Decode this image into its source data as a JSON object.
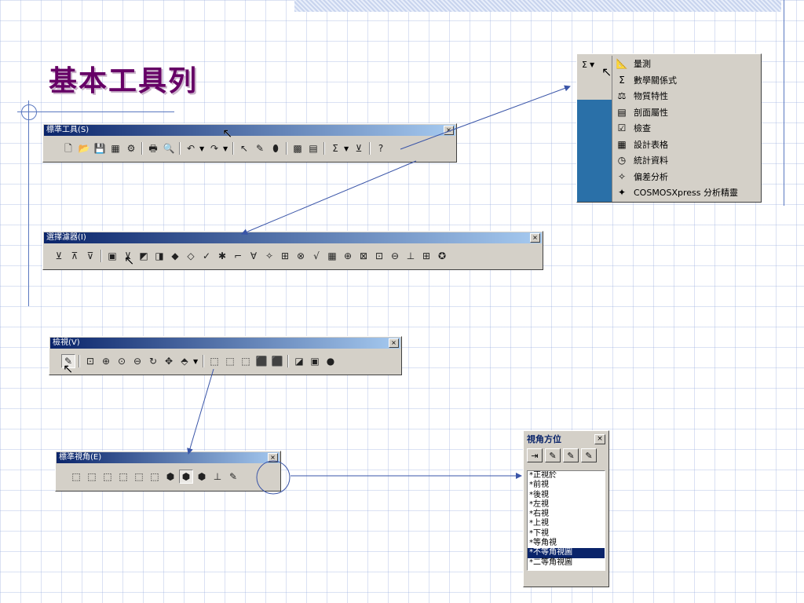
{
  "slide_title": "基本工具列",
  "toolbars": {
    "standard": {
      "title": "標準工具(S)",
      "close": "×",
      "buttons": [
        {
          "icon": "new-document-icon",
          "glyph": "🗋"
        },
        {
          "icon": "open-folder-icon",
          "glyph": "📂"
        },
        {
          "icon": "save-icon",
          "glyph": "💾"
        },
        {
          "icon": "make-drawing-icon",
          "glyph": "▦"
        },
        {
          "icon": "make-assembly-icon",
          "glyph": "⚙"
        },
        {
          "sep": true
        },
        {
          "icon": "print-icon",
          "glyph": "🖶"
        },
        {
          "icon": "print-preview-icon",
          "glyph": "🔍"
        },
        {
          "sep": true
        },
        {
          "icon": "undo-icon",
          "glyph": "↶"
        },
        {
          "dd": true
        },
        {
          "icon": "redo-icon",
          "glyph": "↷"
        },
        {
          "dd": true
        },
        {
          "sep": true
        },
        {
          "icon": "select-arrow-icon",
          "glyph": "↖"
        },
        {
          "icon": "sketch-pencil-icon",
          "glyph": "✎"
        },
        {
          "icon": "traffic-light-icon",
          "glyph": "⬮"
        },
        {
          "sep": true
        },
        {
          "icon": "color-palette-icon",
          "glyph": "▩"
        },
        {
          "icon": "options-grid-icon",
          "glyph": "▤"
        },
        {
          "sep": true
        },
        {
          "icon": "measure-sigma-icon",
          "glyph": "Σ"
        },
        {
          "dd": true
        },
        {
          "icon": "selection-filter-icon",
          "glyph": "⊻"
        },
        {
          "sep": true
        },
        {
          "icon": "help-icon",
          "glyph": "?"
        }
      ]
    },
    "selection_filter": {
      "title": "選擇濾器(I)",
      "close": "×",
      "buttons": [
        "⊻",
        "⊼",
        "⊽",
        "sep",
        "▣",
        "⊻",
        "◩",
        "◨",
        "◆",
        "◇",
        "✓",
        "✱",
        "⌐",
        "∀",
        "✧",
        "⊞",
        "⊗",
        "√",
        "▦",
        "⊕",
        "⊠",
        "⊡",
        "⊖",
        "⊥",
        "⊞",
        "✪"
      ]
    },
    "view": {
      "title": "檢視(V)",
      "close": "×",
      "buttons": [
        {
          "icon": "view-orientation-icon",
          "glyph": "✎",
          "pressed": true
        },
        {
          "sep": true
        },
        {
          "icon": "zoom-to-fit-icon",
          "glyph": "⊡"
        },
        {
          "icon": "zoom-in-icon",
          "glyph": "⊕"
        },
        {
          "icon": "zoom-area-icon",
          "glyph": "⊙"
        },
        {
          "icon": "zoom-out-icon",
          "glyph": "⊖"
        },
        {
          "icon": "rotate-view-icon",
          "glyph": "↻"
        },
        {
          "icon": "pan-icon",
          "glyph": "✥"
        },
        {
          "icon": "standard-views-icon",
          "glyph": "⬘"
        },
        {
          "dd": true
        },
        {
          "sep": true
        },
        {
          "icon": "wireframe-icon",
          "glyph": "⬚"
        },
        {
          "icon": "hidden-lines-visible-icon",
          "glyph": "⬚"
        },
        {
          "icon": "hidden-lines-removed-icon",
          "glyph": "⬚"
        },
        {
          "icon": "shaded-with-edges-icon",
          "glyph": "⬛"
        },
        {
          "icon": "shaded-icon",
          "glyph": "⬛"
        },
        {
          "sep": true
        },
        {
          "icon": "section-view-icon",
          "glyph": "◪"
        },
        {
          "icon": "camera-icon",
          "glyph": "▣"
        },
        {
          "icon": "sphere-icon",
          "glyph": "●"
        }
      ]
    },
    "standard_views": {
      "title": "標準視角(E)",
      "close": "×",
      "buttons": [
        {
          "icon": "front-view-icon",
          "glyph": "⬚"
        },
        {
          "icon": "back-view-icon",
          "glyph": "⬚"
        },
        {
          "icon": "left-view-icon",
          "glyph": "⬚"
        },
        {
          "icon": "right-view-icon",
          "glyph": "⬚"
        },
        {
          "icon": "top-view-icon",
          "glyph": "⬚"
        },
        {
          "icon": "bottom-view-icon",
          "glyph": "⬚"
        },
        {
          "icon": "isometric-view-icon",
          "glyph": "⬢"
        },
        {
          "icon": "trimetric-view-icon",
          "glyph": "⬢",
          "pressed": true
        },
        {
          "icon": "dimetric-view-icon",
          "glyph": "⬢"
        },
        {
          "icon": "normal-to-icon",
          "glyph": "⊥"
        },
        {
          "icon": "view-orientation-icon",
          "glyph": "✎"
        }
      ]
    }
  },
  "tools_menu": {
    "button_glyph": "Σ",
    "items": [
      {
        "icon": "measure-icon",
        "glyph": "📐",
        "label": "量測"
      },
      {
        "icon": "equations-icon",
        "glyph": "Σ",
        "label": "數學關係式"
      },
      {
        "icon": "mass-properties-icon",
        "glyph": "⚖",
        "label": "物質特性"
      },
      {
        "icon": "section-properties-icon",
        "glyph": "▤",
        "label": "剖面屬性"
      },
      {
        "icon": "check-icon",
        "glyph": "☑",
        "label": "檢查"
      },
      {
        "icon": "design-table-icon",
        "glyph": "▦",
        "label": "設計表格"
      },
      {
        "icon": "statistics-icon",
        "glyph": "◷",
        "label": "統計資料"
      },
      {
        "icon": "deviation-analysis-icon",
        "glyph": "✧",
        "label": "偏差分析"
      },
      {
        "icon": "cosmosxpress-icon",
        "glyph": "✦",
        "label": "COSMOSXpress 分析精靈"
      }
    ]
  },
  "view_orientation": {
    "title": "視角方位",
    "close": "×",
    "buttons": [
      "⇥",
      "✎",
      "✎",
      "✎"
    ],
    "items": [
      {
        "label": "*正視於",
        "selected": false
      },
      {
        "label": "*前視",
        "selected": false
      },
      {
        "label": "*後視",
        "selected": false
      },
      {
        "label": "*左視",
        "selected": false
      },
      {
        "label": "*右視",
        "selected": false
      },
      {
        "label": "*上視",
        "selected": false
      },
      {
        "label": "*下視",
        "selected": false
      },
      {
        "label": "*等角視",
        "selected": false
      },
      {
        "label": "*不等角視圖",
        "selected": true
      },
      {
        "label": "*二等角視圖",
        "selected": false
      }
    ]
  },
  "colors": {
    "title_purple": "#660066",
    "titlebar_dark": "#0a246a",
    "titlebar_light": "#a6caf0",
    "arrow": "#3a55a8"
  }
}
